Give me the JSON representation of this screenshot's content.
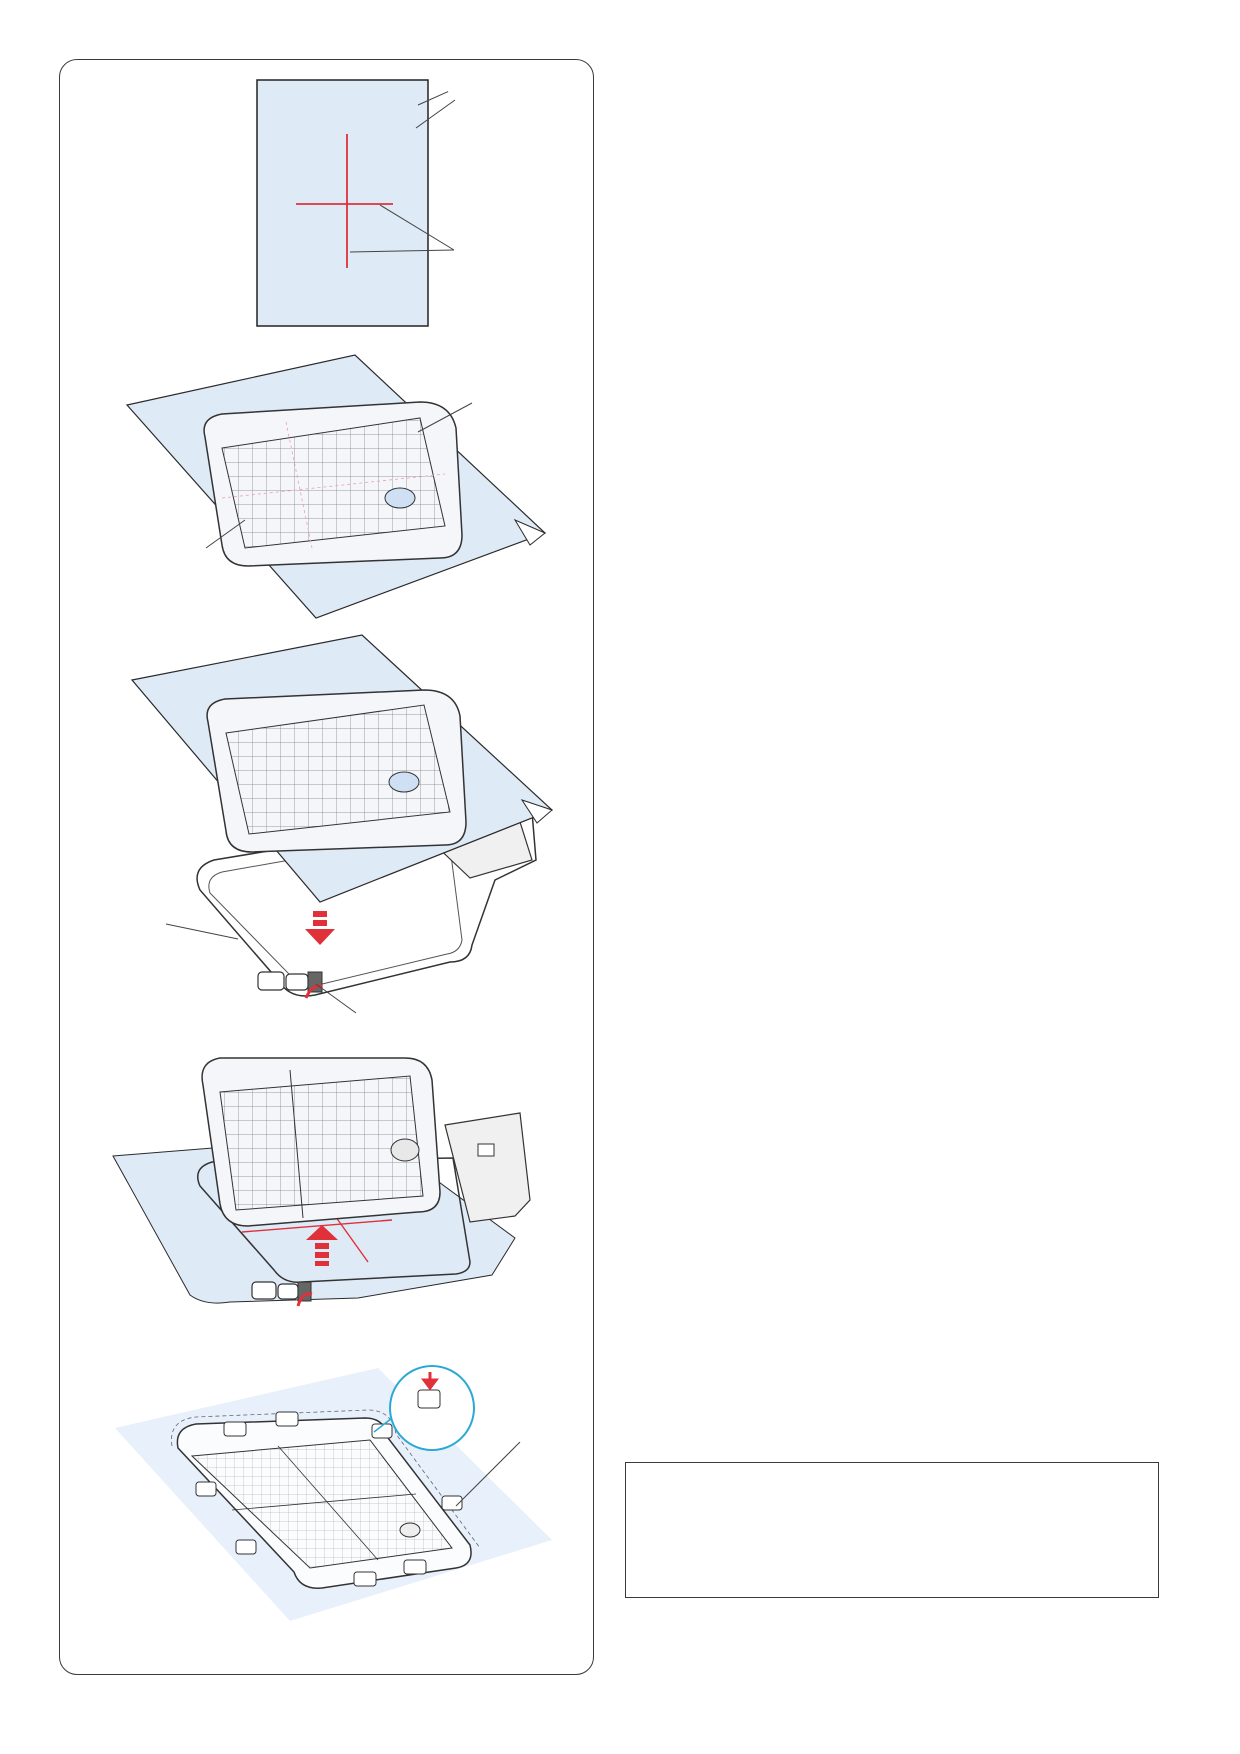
{
  "figures": [
    {
      "id": "fabric-marking",
      "description_icon": "fabric-with-centerlines"
    },
    {
      "id": "template-on-fabric",
      "description_icon": "hoop-template-on-fabric"
    },
    {
      "id": "lower-inner-hoop",
      "description_icon": "inner-hoop-down-arrow"
    },
    {
      "id": "press-inner-hoop",
      "description_icon": "inner-hoop-up-arrow"
    },
    {
      "id": "magnet-clamps",
      "description_icon": "magnetic-clamps-hoop"
    }
  ],
  "note": {
    "text": ""
  },
  "colors": {
    "fabric": "#dfeaf7",
    "accent": "#e0303a",
    "callout": "#2aa8d8",
    "line": "#3a3a3a"
  }
}
